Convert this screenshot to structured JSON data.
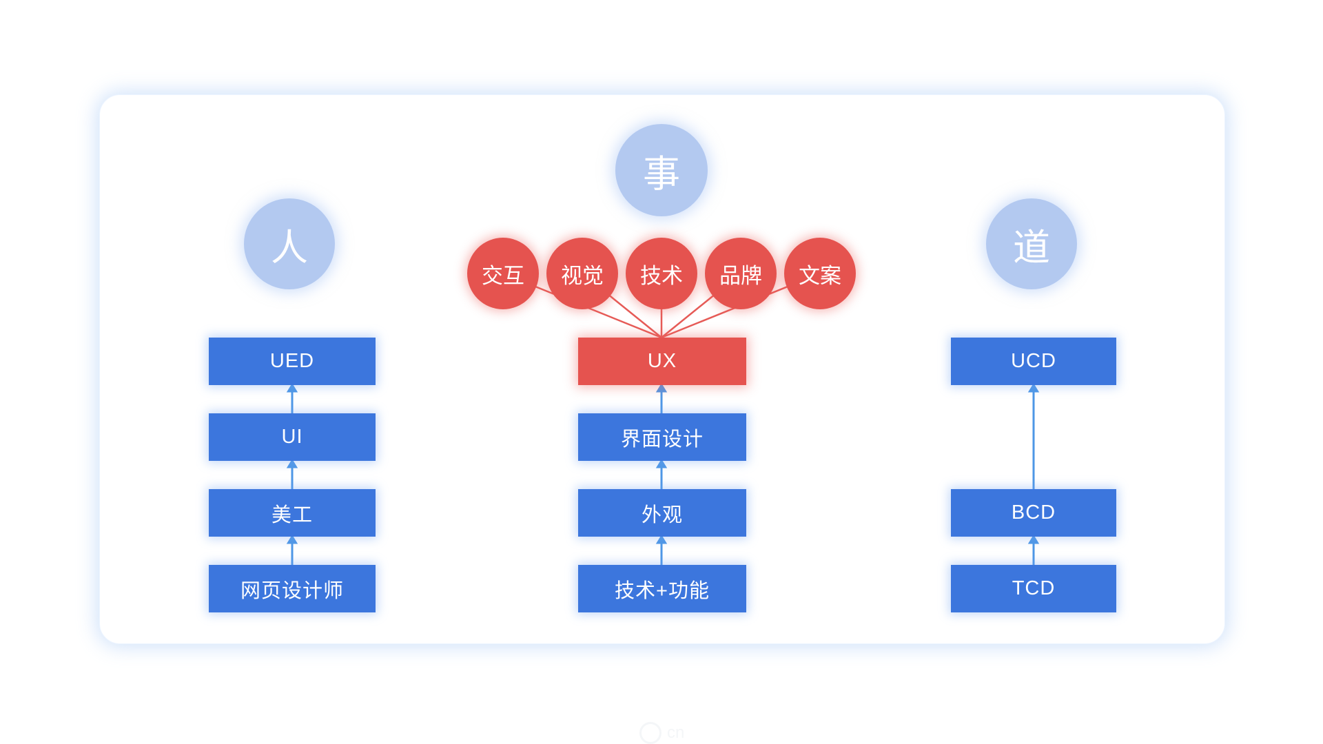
{
  "colors": {
    "box_blue": "#3c76dd",
    "accent_red": "#e5534f",
    "circle_light_blue": "#b3c9f0",
    "arrow_blue": "#4e97e6",
    "card_glow": "#ecf4ff"
  },
  "concept_circles": {
    "top": {
      "label": "事"
    },
    "left": {
      "label": "人"
    },
    "right": {
      "label": "道"
    }
  },
  "factor_circles": [
    {
      "label": "交互"
    },
    {
      "label": "视觉"
    },
    {
      "label": "技术"
    },
    {
      "label": "品牌"
    },
    {
      "label": "文案"
    }
  ],
  "columns": {
    "left": {
      "boxes": [
        {
          "label": "UED"
        },
        {
          "label": "UI"
        },
        {
          "label": "美工"
        },
        {
          "label": "网页设计师"
        }
      ]
    },
    "middle": {
      "ux": {
        "label": "UX"
      },
      "boxes": [
        {
          "label": "界面设计"
        },
        {
          "label": "外观"
        },
        {
          "label": "技术+功能"
        }
      ]
    },
    "right": {
      "boxes": [
        {
          "label": "UCD"
        },
        {
          "label": "BCD"
        },
        {
          "label": "TCD"
        }
      ]
    }
  },
  "watermark": {
    "text": "cn"
  }
}
